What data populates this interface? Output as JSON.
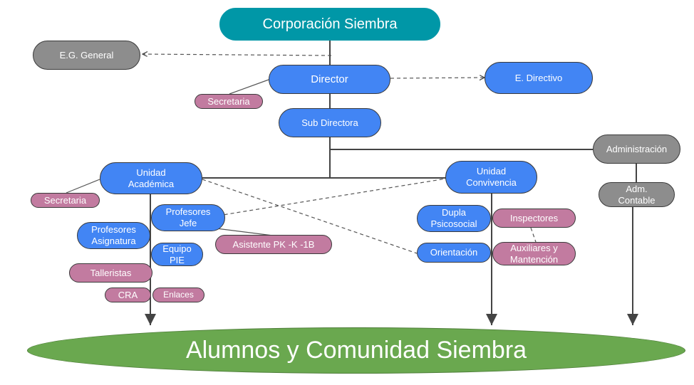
{
  "title": "Corporación Siembra",
  "colors": {
    "root": "#0097a7",
    "unit": "#4285f4",
    "admin": "#8d8d8d",
    "support": "#c27ba0",
    "community": "#6aa84f",
    "line": "#444444"
  },
  "nodes": {
    "corporacion": "Corporación Siembra",
    "eg_general": "E.G. General",
    "director": "Director",
    "e_directivo": "E. Directivo",
    "secretaria_director": "Secretaria",
    "sub_directora": "Sub Directora",
    "administracion": "Administración",
    "adm_contable": "Adm.\nContable",
    "unidad_academica": "Unidad\nAcadémica",
    "secretaria_academica": "Secretaria",
    "profesores_jefe": "Profesores\nJefe",
    "profesores_asignatura": "Profesores\nAsignatura",
    "asistente": "Asistente PK -K -1B",
    "equipo_pie": "Equipo\nPIE",
    "talleristas": "Talleristas",
    "cra": "CRA",
    "enlaces": "Enlaces",
    "unidad_convivencia": "Unidad\nConvivencia",
    "dupla_psicosocial": "Dupla\nPsicosocial",
    "inspectores": "Inspectores",
    "orientacion": "Orientación",
    "auxiliares": "Auxiliares y\nMantención",
    "alumnos": "Alumnos y Comunidad Siembra"
  }
}
